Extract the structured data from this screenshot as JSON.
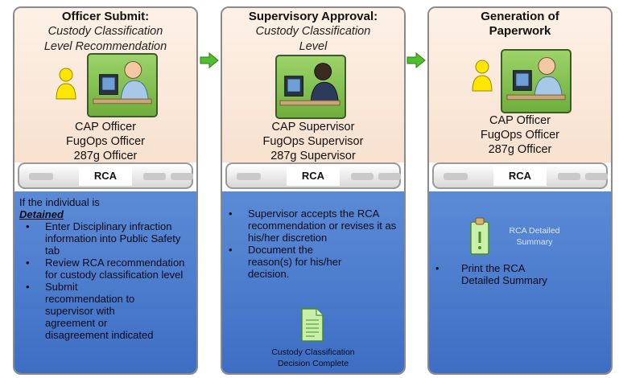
{
  "panels": [
    {
      "title": "Officer Submit:",
      "subtitle": [
        "Custody Classification",
        "Level Recommendation"
      ],
      "roles": [
        "CAP Officer",
        "FugOps Officer",
        "287g Officer"
      ],
      "tab_label": "RCA",
      "intro": [
        "If the individual is"
      ],
      "intro_emphasis": "Detained",
      "bullets": [
        "Enter Disciplinary infraction information into Public Safety tab",
        "Review RCA recommendation for custody classification level",
        "Submit recommendation to supervisor with agreement or disagreement indicated"
      ]
    },
    {
      "title": "Supervisory Approval:",
      "subtitle": [
        "Custody Classification",
        "Level"
      ],
      "roles": [
        "CAP Supervisor",
        "FugOps Supervisor",
        "287g Supervisor"
      ],
      "tab_label": "RCA",
      "bullets": [
        "Supervisor accepts the RCA recommendation or revises it as his/her discretion",
        "Document the reason(s) for his/her decision."
      ],
      "doc_caption": [
        "Custody Classification",
        "Decision Complete"
      ]
    },
    {
      "title": [
        "Generation of",
        "Paperwork"
      ],
      "roles": [
        "CAP Officer",
        "FugOps Officer",
        "287g Officer"
      ],
      "tab_label": "RCA",
      "doc_caption": [
        "RCA Detailed",
        "Summary"
      ],
      "bullets": [
        "Print the RCA Detailed Summary"
      ]
    }
  ],
  "colors": {
    "panel_top": "#f7e1cf",
    "panel_bottom": "#4a7acb",
    "photo_green": "#8cc455",
    "arrow_green": "#4fbf2d",
    "person_yellow": "#ffe600"
  },
  "icons": [
    "person-icon",
    "computer-workstation-icon",
    "document-icon",
    "right-arrow-icon"
  ]
}
